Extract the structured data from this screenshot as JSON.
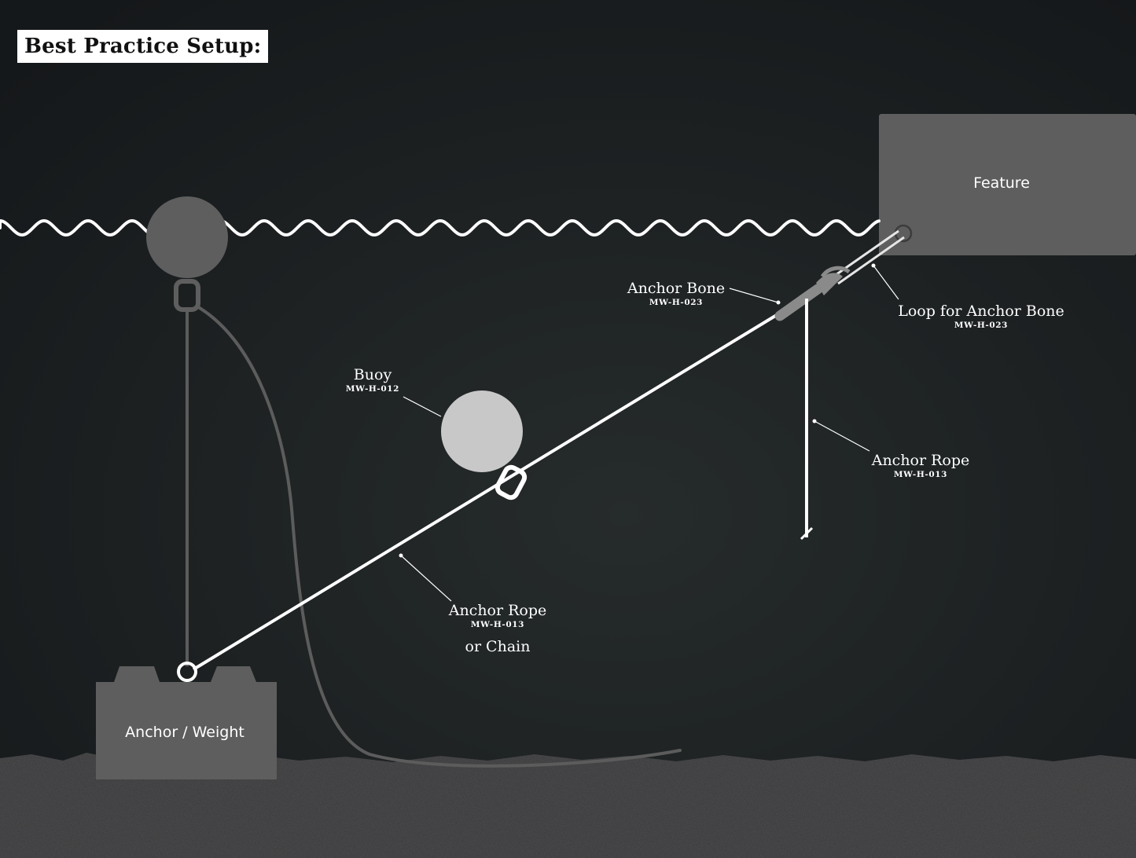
{
  "title": "Best Practice Setup:",
  "colors": {
    "background": "#1c2022",
    "seabed": "#2e2e30",
    "water_line": "#ffffff",
    "rope": "#ffffff",
    "box_fill": "#5e5e5e",
    "buoy_fill": "#c8c8c8",
    "surface_buoy_fill": "#5e5e5e"
  },
  "feature": {
    "label": "Feature"
  },
  "anchor_weight": {
    "label": "Anchor / Weight"
  },
  "callouts": {
    "anchor_bone": {
      "label": "Anchor Bone",
      "code": "MW-H-023"
    },
    "loop_for_anchor_bone": {
      "label": "Loop for Anchor Bone",
      "code": "MW-H-023"
    },
    "buoy": {
      "label": "Buoy",
      "code": "MW-H-012"
    },
    "anchor_rope_right": {
      "label": "Anchor Rope",
      "code": "MW-H-013"
    },
    "anchor_rope_main": {
      "label": "Anchor Rope",
      "code": "MW-H-013",
      "extra": "or Chain"
    }
  }
}
